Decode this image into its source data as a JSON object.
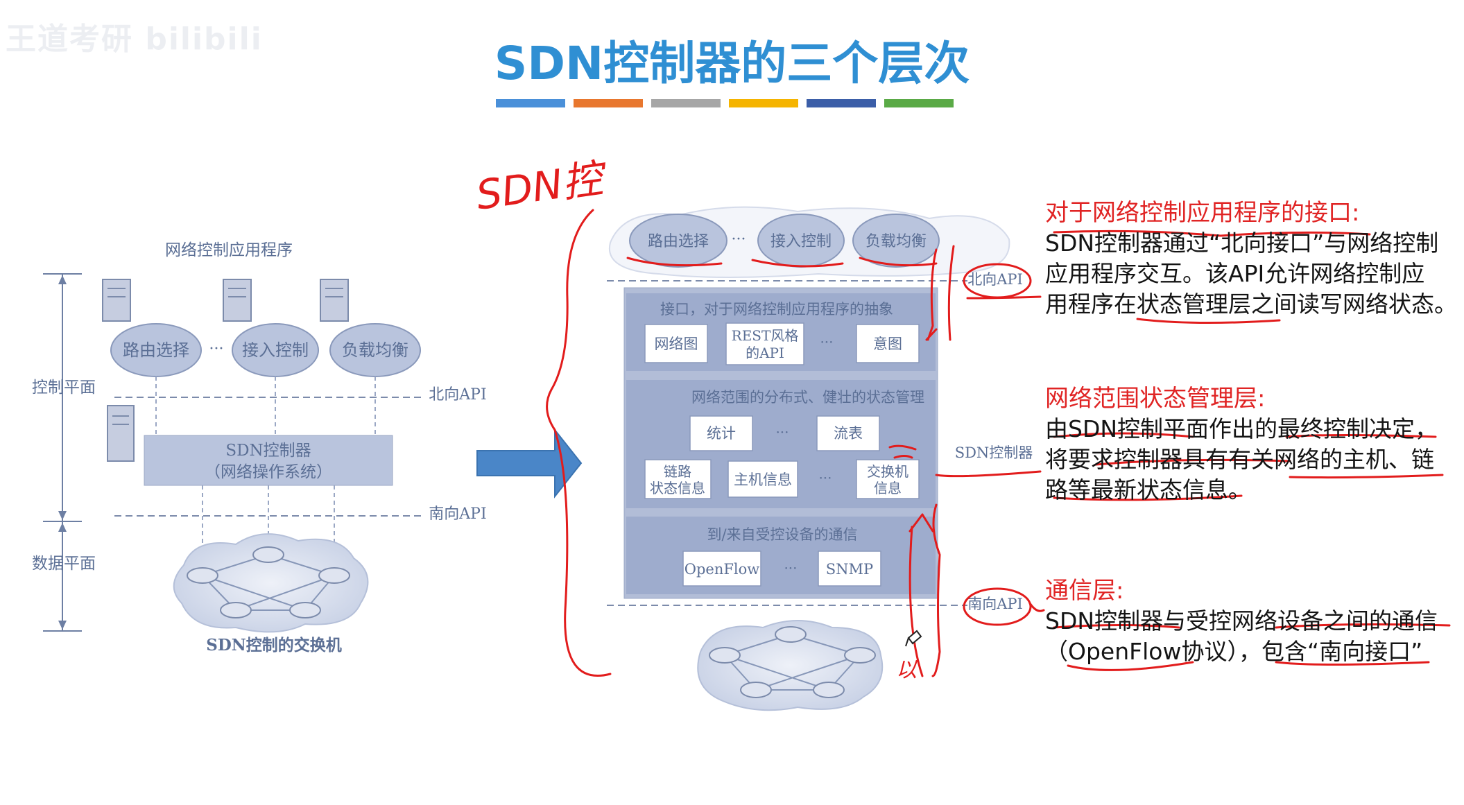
{
  "watermark": "王道考研 bilibili",
  "title": "SDN控制器的三个层次",
  "color_bars": [
    "#4a90d9",
    "#e8772e",
    "#a6a6a6",
    "#f5b400",
    "#3b5ea8",
    "#5aaa46"
  ],
  "left_diagram": {
    "app_label": "网络控制应用程序",
    "apps": [
      "路由选择",
      "接入控制",
      "负载均衡"
    ],
    "dots": "···",
    "side_control": "控制平面",
    "side_data": "数据平面",
    "northbound": "北向API",
    "southbound": "南向API",
    "controller_line1": "SDN控制器",
    "controller_line2": "（网络操作系统）",
    "switches_label": "SDN控制的交换机"
  },
  "right_diagram": {
    "apps": [
      "路由选择",
      "接入控制",
      "负载均衡"
    ],
    "dots": "···",
    "northbound": "北向API",
    "southbound": "南向API",
    "controller_label": "SDN控制器",
    "layer1": {
      "title": "接口，对于网络控制应用程序的抽象",
      "items": [
        "网络图",
        "REST风格",
        "的API",
        "···",
        "意图"
      ]
    },
    "layer2": {
      "title": "网络范围的分布式、健壮的状态管理",
      "items": [
        "统计",
        "···",
        "流表",
        "链路",
        "状态信息",
        "主机信息",
        "···",
        "交换机",
        "信息"
      ]
    },
    "layer3": {
      "title": "到/来自受控设备的通信",
      "items": [
        "OpenFlow",
        "···",
        "SNMP"
      ]
    }
  },
  "handwriting": {
    "sdn_note": "SDN控",
    "side_note": "以"
  },
  "notes": [
    {
      "head": "对于网络控制应用程序的接口:",
      "lines": [
        "SDN控制器通过“北向接口”与网络控制",
        "应用程序交互。该API允许网络控制应",
        "用程序在状态管理层之间读写网络状态。"
      ]
    },
    {
      "head": "网络范围状态管理层:",
      "lines": [
        "由SDN控制平面作出的最终控制决定，",
        "将要求控制器具有有关网络的主机、链",
        "路等最新状态信息。"
      ]
    },
    {
      "head": "通信层:",
      "lines": [
        "SDN控制器与受控网络设备之间的通信",
        "（OpenFlow协议），包含“南向接口”"
      ]
    }
  ]
}
